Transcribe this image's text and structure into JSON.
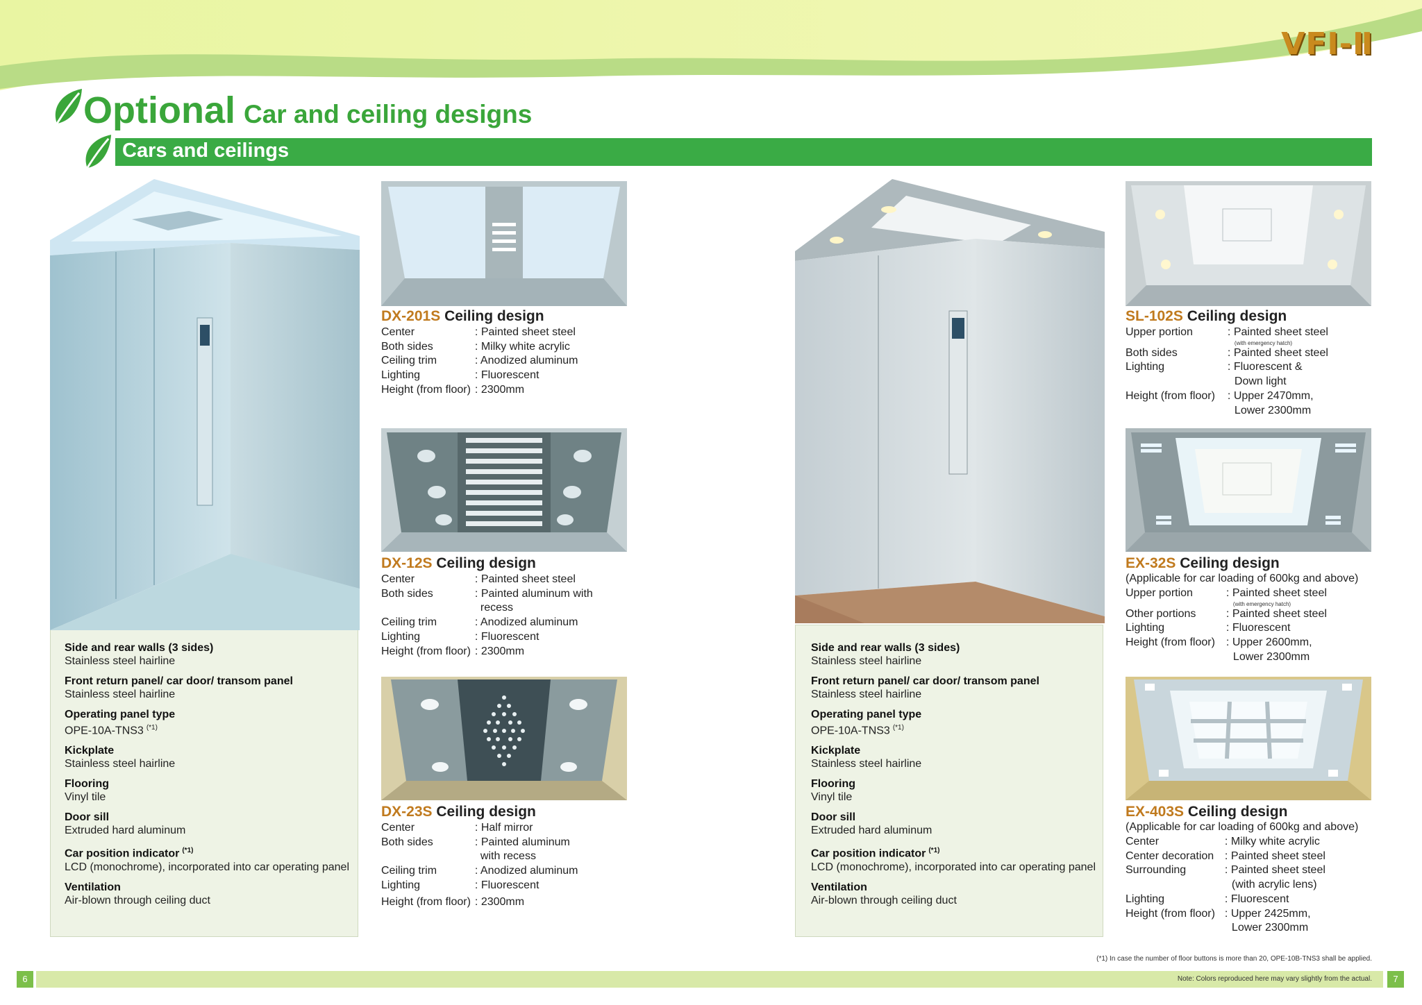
{
  "header": {
    "brand": "VFI-Ⅱ",
    "title_main": "Optional",
    "title_sub": "Car and ceiling designs",
    "section_label": "Cars and ceilings"
  },
  "car_left": {
    "specs": [
      {
        "title": "Side and rear walls (3 sides)",
        "value": "Stainless steel hairline"
      },
      {
        "title": "Front return panel/ car door/ transom panel",
        "value": "Stainless steel hairline"
      },
      {
        "title": "Operating panel type",
        "value": "OPE-10A-TNS3",
        "note": "(*1)"
      },
      {
        "title": "Kickplate",
        "value": "Stainless steel hairline"
      },
      {
        "title": "Flooring",
        "value": "Vinyl tile"
      },
      {
        "title": "Door sill",
        "value": "Extruded hard aluminum"
      },
      {
        "title": "Car position indicator",
        "title_note": "(*1)",
        "value": "LCD (monochrome), incorporated into car operating panel"
      },
      {
        "title": "Ventilation",
        "value": "Air-blown through ceiling duct"
      }
    ]
  },
  "car_right": {
    "specs": [
      {
        "title": "Side and rear walls (3 sides)",
        "value": "Stainless steel hairline"
      },
      {
        "title": "Front return panel/ car door/ transom panel",
        "value": "Stainless steel hairline"
      },
      {
        "title": "Operating panel type",
        "value": "OPE-10A-TNS3",
        "note": "(*1)"
      },
      {
        "title": "Kickplate",
        "value": "Stainless steel hairline"
      },
      {
        "title": "Flooring",
        "value": "Vinyl tile"
      },
      {
        "title": "Door sill",
        "value": "Extruded hard aluminum"
      },
      {
        "title": "Car position indicator",
        "title_note": "(*1)",
        "value": "LCD (monochrome), incorporated into car operating panel"
      },
      {
        "title": "Ventilation",
        "value": "Air-blown through ceiling duct"
      }
    ]
  },
  "ceilings": {
    "dx201s": {
      "code": "DX-201S",
      "name": "Ceiling design",
      "rows": [
        {
          "k": "Center",
          "v": ": Painted sheet steel"
        },
        {
          "k": "Both sides",
          "v": ": Milky white acrylic"
        },
        {
          "k": "Ceiling trim",
          "v": ": Anodized aluminum"
        },
        {
          "k": "Lighting",
          "v": ": Fluorescent"
        },
        {
          "k": "Height (from floor)",
          "v": ": 2300mm"
        }
      ]
    },
    "dx12s": {
      "code": "DX-12S",
      "name": "Ceiling design",
      "rows": [
        {
          "k": "Center",
          "v": ": Painted sheet steel"
        },
        {
          "k": "Both sides",
          "v": ": Painted aluminum with",
          "v2": "recess"
        },
        {
          "k": "Ceiling trim",
          "v": ": Anodized aluminum"
        },
        {
          "k": "Lighting",
          "v": ": Fluorescent"
        },
        {
          "k": "Height (from floor)",
          "v": ": 2300mm"
        }
      ]
    },
    "dx23s": {
      "code": "DX-23S",
      "name": "Ceiling design",
      "rows": [
        {
          "k": "Center",
          "v": ": Half mirror"
        },
        {
          "k": "Both sides",
          "v": ": Painted aluminum",
          "v2": "with recess"
        },
        {
          "k": "Ceiling trim",
          "v": ": Anodized aluminum"
        },
        {
          "k": "Lighting",
          "v": ": Fluorescent"
        },
        {
          "k": "Height (from floor)",
          "v": ": 2300mm"
        }
      ]
    },
    "sl102s": {
      "code": "SL-102S",
      "name": "Ceiling design",
      "rows": [
        {
          "k": "Upper portion",
          "v": ": Painted sheet steel",
          "small": "(with emergency hatch)"
        },
        {
          "k": "Both sides",
          "v": ": Painted sheet steel"
        },
        {
          "k": "Lighting",
          "v": ": Fluorescent &",
          "v2": "Down light"
        },
        {
          "k": "Height (from floor)",
          "v": ": Upper 2470mm,",
          "v2": "Lower 2300mm"
        }
      ]
    },
    "ex32s": {
      "code": "EX-32S",
      "name": "Ceiling design",
      "note": "(Applicable for car loading of 600kg and above)",
      "rows": [
        {
          "k": "Upper portion",
          "v": ": Painted sheet steel",
          "small": "(with emergency hatch)"
        },
        {
          "k": "Other portions",
          "v": ": Painted sheet steel"
        },
        {
          "k": "Lighting",
          "v": ": Fluorescent"
        },
        {
          "k": "Height (from floor)",
          "v": ": Upper 2600mm,",
          "v2": "Lower 2300mm"
        }
      ]
    },
    "ex403s": {
      "code": "EX-403S",
      "name": "Ceiling design",
      "note": "(Applicable for car loading of 600kg and above)",
      "rows": [
        {
          "k": "Center",
          "v": ": Milky white acrylic"
        },
        {
          "k": "Center decoration",
          "v": ": Painted sheet steel"
        },
        {
          "k": "Surrounding",
          "v": ": Painted sheet steel",
          "v2": "(with acrylic lens)"
        },
        {
          "k": "Lighting",
          "v": ": Fluorescent"
        },
        {
          "k": "Height (from floor)",
          "v": ": Upper 2425mm,",
          "v2": "Lower 2300mm"
        }
      ]
    }
  },
  "footer": {
    "footnote": "(*1) In case the number of floor buttons is more than 20, OPE-10B-TNS3 shall be applied.",
    "color_note": "Note: Colors reproduced here may vary slightly from the actual.",
    "page_left": "6",
    "page_right": "7"
  }
}
